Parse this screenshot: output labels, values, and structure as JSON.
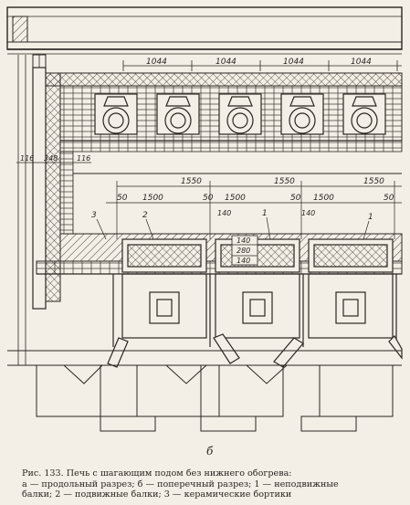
{
  "figure": {
    "dimensions_top": [
      "1044",
      "1044",
      "1044",
      "1044"
    ],
    "dimensions_left": [
      "116",
      "348",
      "116"
    ],
    "dimensions_spacing": [
      "1550",
      "1550",
      "1550"
    ],
    "dimensions_beam": [
      "50",
      "1500",
      "50",
      "1500",
      "50",
      "1500",
      "50"
    ],
    "dimensions_small": [
      "140",
      "140"
    ],
    "dimensions_vertical": [
      "140",
      "280",
      "140"
    ],
    "callouts": [
      "3",
      "2",
      "1",
      "1"
    ],
    "panel_letter": "б"
  },
  "caption": {
    "line1": "Рис. 133. Печь с шагающим подом без нижнего обогрева:",
    "line2": "а — продольный разрез; б — поперечный разрез; 1 — неподвижные",
    "line3": "балки; 2 — подвижные балки; 3 — керамические бортики"
  }
}
